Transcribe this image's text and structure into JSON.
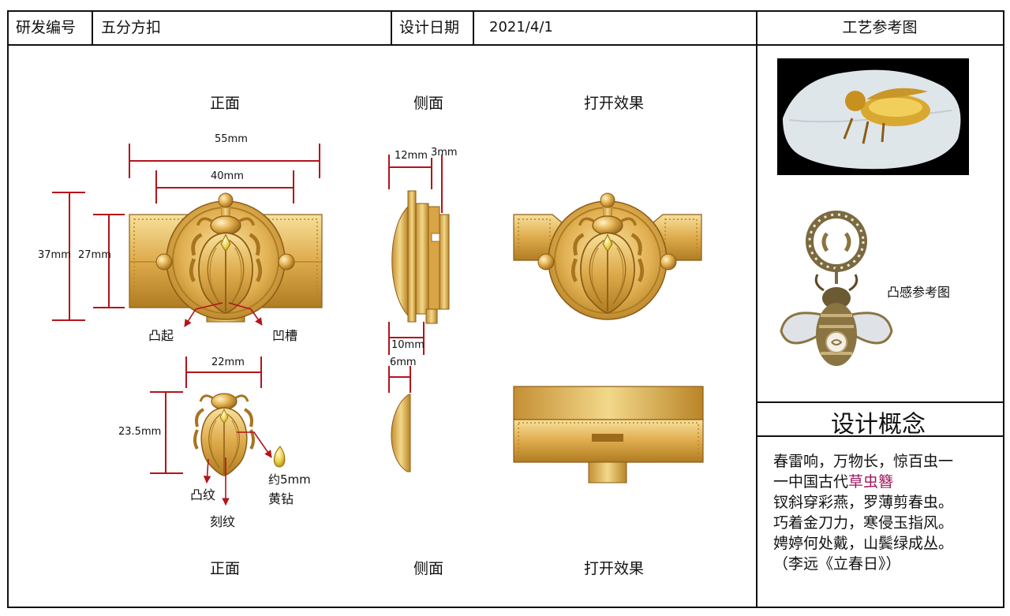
{
  "header": {
    "id_label": "研发编号",
    "id_value": "五分方扣",
    "date_label": "设计日期",
    "date_value": "2021/4/1",
    "ref_title": "工艺参考图"
  },
  "views": {
    "top": [
      "正面",
      "侧面",
      "打开效果"
    ],
    "bottom": [
      "正面",
      "侧面",
      "打开效果"
    ]
  },
  "dimensions": {
    "front_width": "55mm",
    "front_inner_width": "40mm",
    "front_height": "37mm",
    "front_inner_height": "27mm",
    "side_depth": "12mm",
    "side_thin": "3mm",
    "side_lower": "10mm",
    "side_small": "6mm",
    "beetle_width": "22mm",
    "beetle_height": "23.5mm"
  },
  "callouts": {
    "convex": "凸起",
    "groove": "凹槽",
    "emboss": "凸纹",
    "engrave": "刻纹",
    "diamond_size": "约5mm",
    "diamond_name": "黄钻"
  },
  "reference": {
    "bump_label": "凸感参考图"
  },
  "concept": {
    "title": "设计概念",
    "line1": "春雷响，万物长，惊百虫一",
    "line2_prefix": "一中国古代",
    "line2_highlight": "草虫簪",
    "line3": "钗斜穿彩燕，罗薄剪春虫。",
    "line4": "巧着金刀力，寒侵玉指风。",
    "line5": "娉婷何处戴，山鬓绿成丛。",
    "line6": "（李远《立春日》）"
  },
  "colors": {
    "gold_light": "#f3d88a",
    "gold": "#d9a445",
    "gold_dark": "#a8741f",
    "dimension_red": "#b3141b",
    "highlight": "#a0175b"
  }
}
